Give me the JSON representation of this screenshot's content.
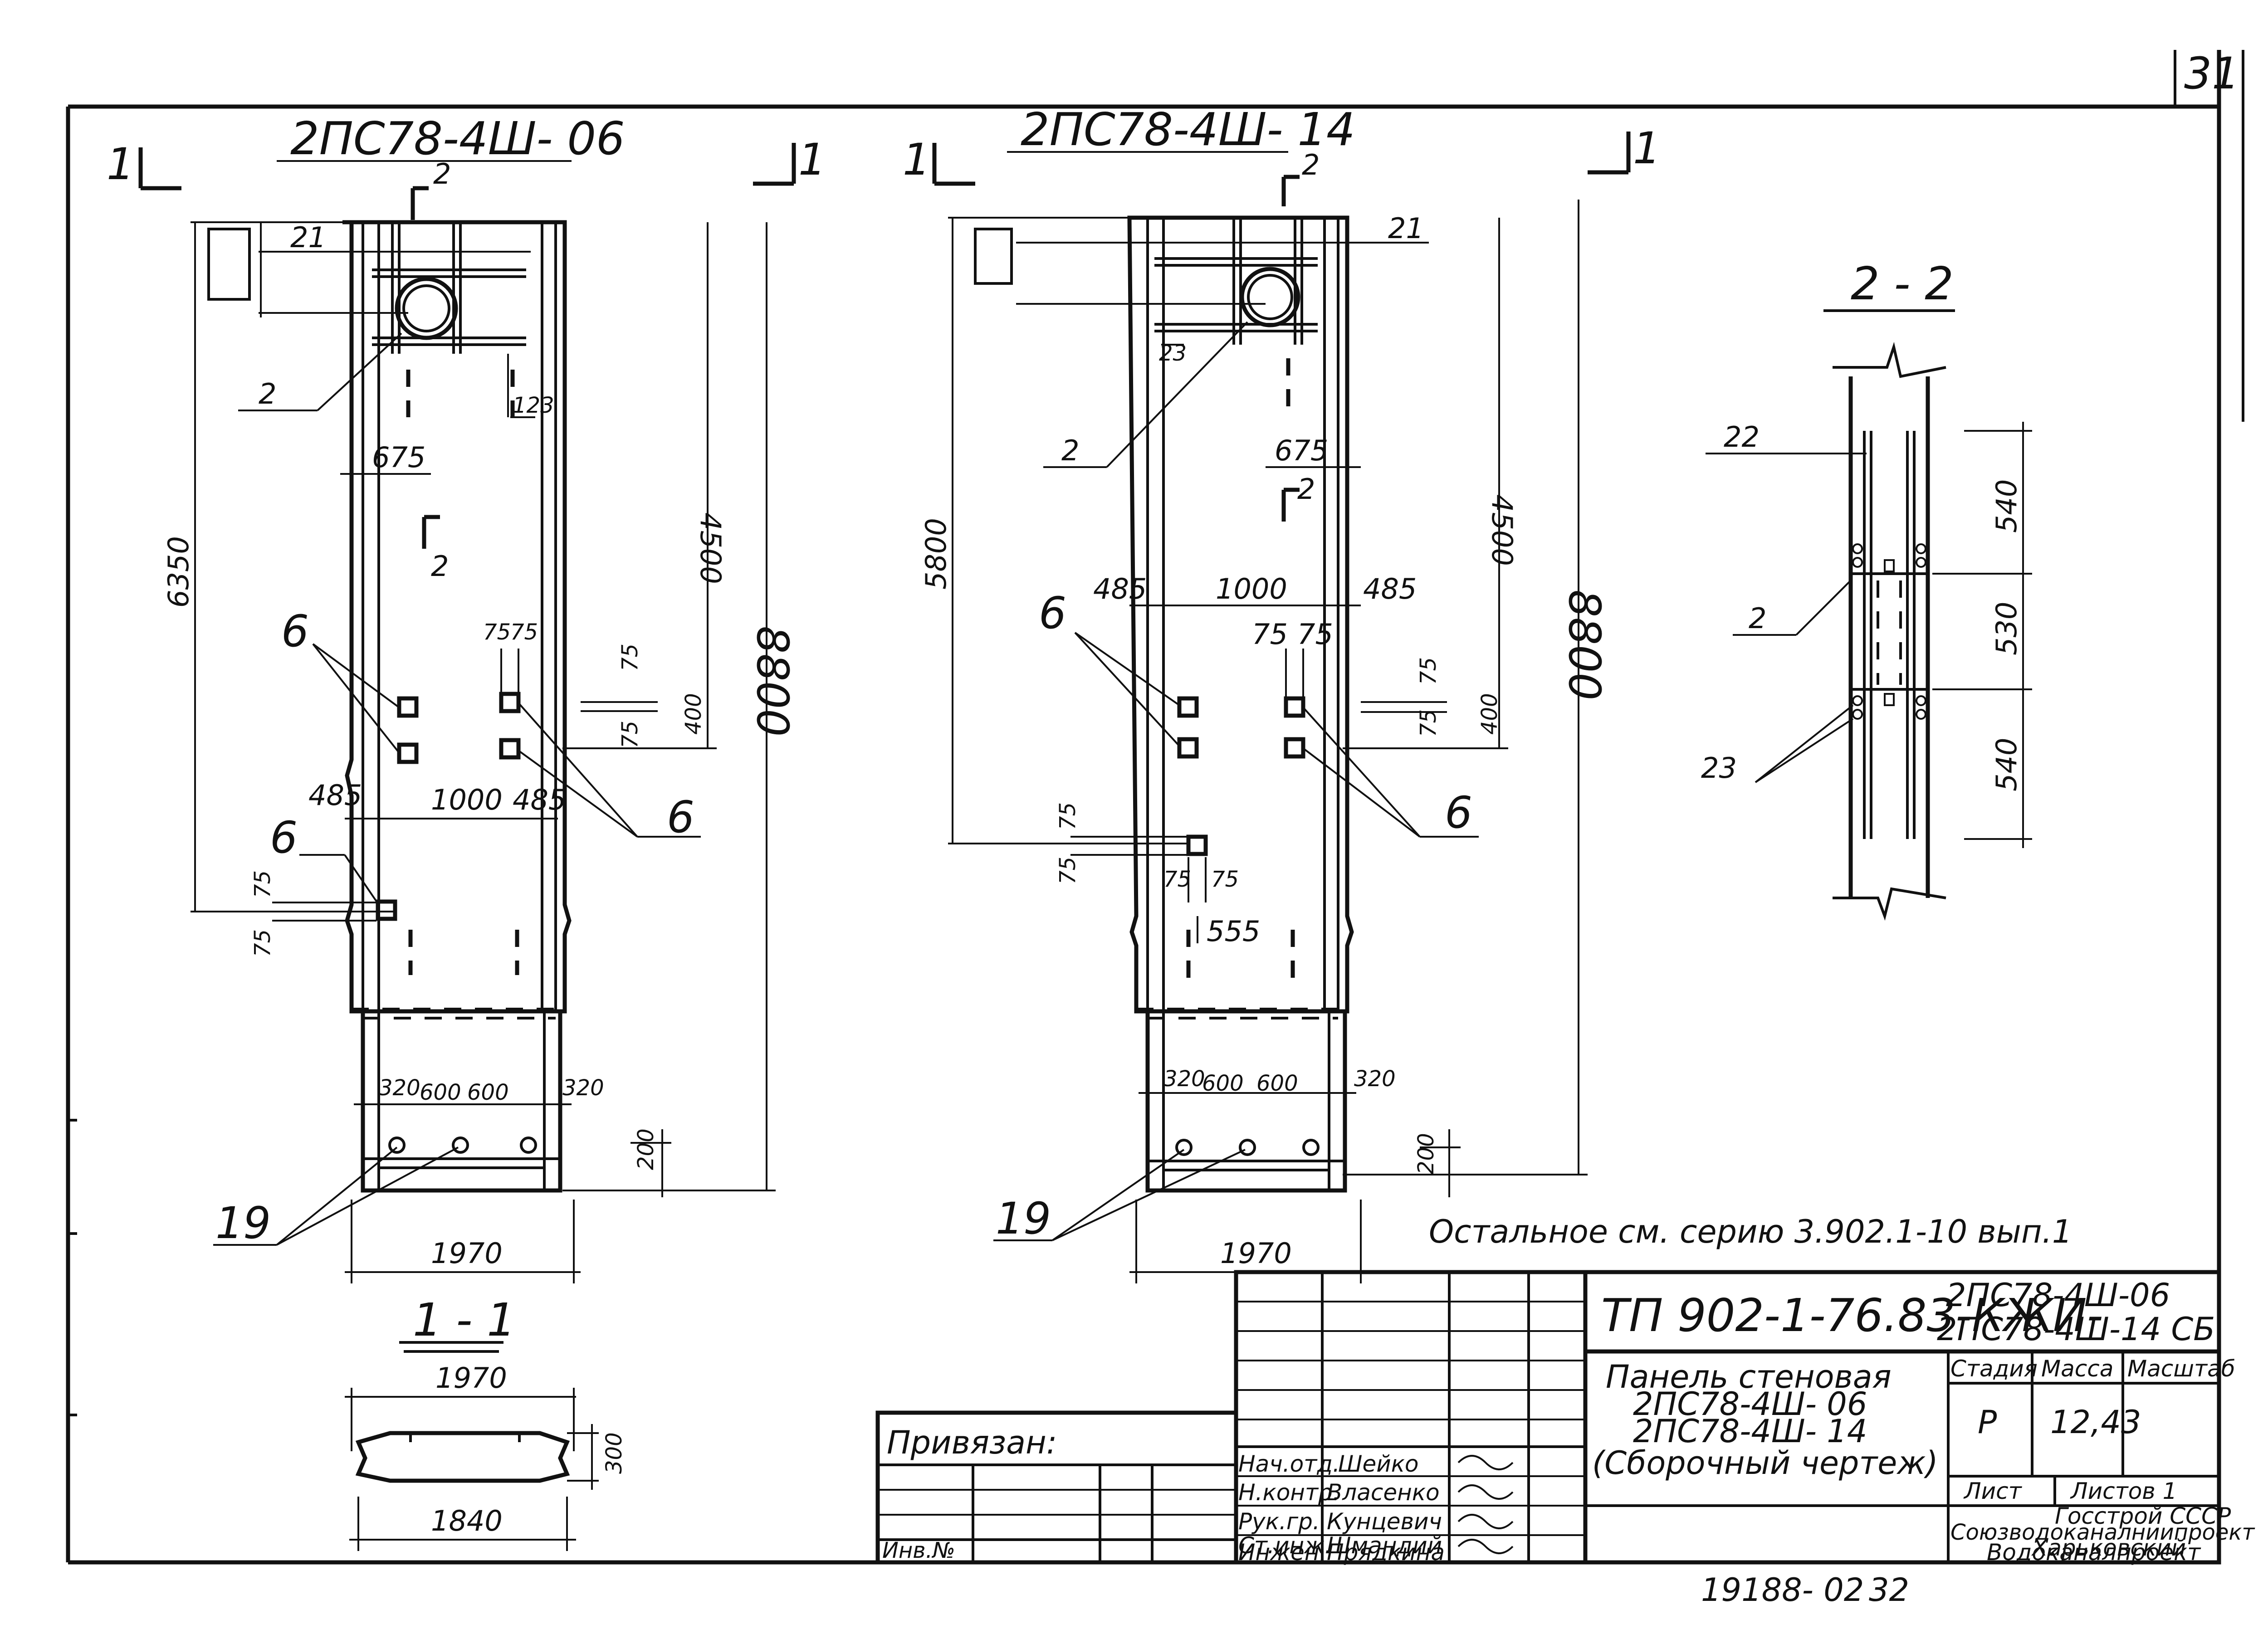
{
  "sheet_number": "31",
  "bottom_code": "19188- 02",
  "bottom_page": "32",
  "note": "Остальное см. серию 3.902.1-10 вып.1",
  "views": {
    "left": {
      "title": "2ПС78-4Ш- 06",
      "cut_mark": "1",
      "section_mark": "2",
      "dims": {
        "d21": "21",
        "d123": "123",
        "d675": "675",
        "d6350": "6350",
        "d4500": "4500",
        "d8800": "8800",
        "d75a": "75",
        "d75b": "75",
        "d75c": "75",
        "d75d": "75",
        "d400": "400",
        "d485a": "485",
        "d1000": "1000",
        "d485b": "485",
        "d75e": "75",
        "d75f": "75",
        "d320a": "320",
        "d600a": "600",
        "d600b": "600",
        "d320b": "320",
        "d200": "200",
        "d1970": "1970"
      },
      "callouts": {
        "c2": "2",
        "c6a": "6",
        "c6b": "6",
        "c6c": "6",
        "c19": "19"
      }
    },
    "middle": {
      "title": "2ПС78-4Ш- 14",
      "cut_mark": "1",
      "section_mark": "2",
      "dims": {
        "d21": "21",
        "d23": "23",
        "d675": "675",
        "d5800": "5800",
        "d4500": "4500",
        "d8800": "8800",
        "d485a": "485",
        "d1000": "1000",
        "d485b": "485",
        "d75a": "75",
        "d75b": "75",
        "d75c": "75",
        "d75d": "75",
        "d400": "400",
        "d75e": "75",
        "d75f": "75",
        "d75g": "75",
        "d75h": "75",
        "d555": "555",
        "d320a": "320",
        "d600a": "600",
        "d600b": "600",
        "d320b": "320",
        "d200": "200",
        "d1970": "1970"
      },
      "callouts": {
        "c2": "2",
        "c6a": "6",
        "c6b": "6",
        "c19": "19"
      }
    },
    "section22": {
      "title": "2 - 2",
      "dims": {
        "d540a": "540",
        "d530": "530",
        "d540b": "540"
      },
      "callouts": {
        "c22": "22",
        "c2": "2",
        "c23": "23"
      }
    },
    "section11": {
      "title": "1 - 1",
      "dims": {
        "d1970": "1970",
        "d1840": "1840",
        "d300": "300"
      }
    }
  },
  "title_block": {
    "code": "ТП 902-1-76.83-КЖИ-",
    "marks_line1": "2ПС78-4Ш-06",
    "marks_line2": "2ПС78-4Ш-14 СБ",
    "name_line1": "Панель стеновая",
    "name_line2": "2ПС78-4Ш- 06",
    "name_line3": "2ПС78-4Ш- 14",
    "name_line4": "(Сборочный чертеж)",
    "stage_header": "Стадия",
    "mass_header": "Масса",
    "scale_header": "Масштаб",
    "stage": "Р",
    "mass": "12,43",
    "sheet_label": "Лист",
    "sheets_label": "Листов 1",
    "org1": "Госстрой СССР",
    "org2": "Союзводоканалниипроект",
    "org3": "Харьковский",
    "org4": "Водоканалпроект",
    "signatures": [
      {
        "role": "Нач.отд.",
        "name": "Шейко"
      },
      {
        "role": "Н.контр.",
        "name": "Власенко"
      },
      {
        "role": "Рук.гр.",
        "name": "Кунцевич"
      },
      {
        "role": "Ст.инж.",
        "name": "Шмандий"
      },
      {
        "role": "Инжен.",
        "name": "Прядкина"
      }
    ],
    "bound_label": "Привязан:",
    "inv_label": "Инв.№"
  }
}
